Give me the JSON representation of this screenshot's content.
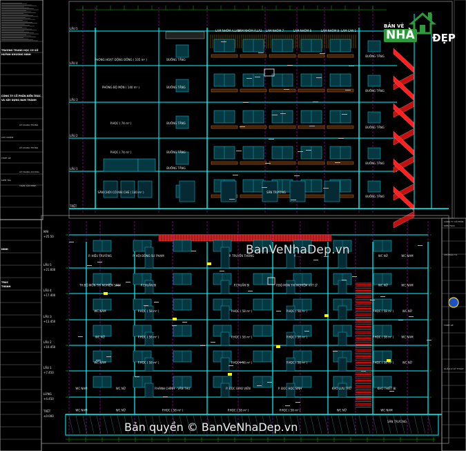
{
  "watermark": "BanVeNhaDep.vn",
  "copyright": "Bản quyền © BanVeNhaDep.vn",
  "logo": {
    "line1": "BẢN VẼ",
    "line2": "NHÀ",
    "line3": "ĐẸP"
  },
  "colors": {
    "grid": "#ff00ff",
    "wall": "#00ffff",
    "green": "#00ff00",
    "yellow": "#ffff00",
    "red": "#ff2020",
    "window": "#10b0c8",
    "text": "#e8e8e8",
    "brand": "#2f9a3b"
  },
  "upper_section": {
    "top_labels": [
      "LAM NHÔM A.LAM",
      "LAM NHÔM À.LÁ3",
      "LAM NHÔM 7",
      "LAM NHÔM 8",
      "LAM NHÔM 8",
      "LAM CAN 1"
    ],
    "rooms": [
      {
        "label": "PHÒNG HOẠT ĐỘNG ĐỒNG ( 105 m² )",
        "row": 0
      },
      {
        "label": "BUỒNG TẦNG",
        "row": 0,
        "col": 1
      },
      {
        "label": "PHÒNG BỘ MÔN ( 140 m² )",
        "row": 1
      },
      {
        "label": "BUỒNG TẦNG",
        "row": 1,
        "col": 1
      },
      {
        "label": "P.HỌC ( 74 m² )",
        "row": 2
      },
      {
        "label": "BUỒNG TẦNG",
        "row": 2,
        "col": 1
      },
      {
        "label": "P.HỌC ( 74 m² )",
        "row": 3
      },
      {
        "label": "BUỒNG TẦNG",
        "row": 3,
        "col": 1
      },
      {
        "label": "BUỒNG TẦNG",
        "row": 4,
        "col": 1
      },
      {
        "label": "SÂN CHƠI CÓ MÁI CHE ( 140 m² )",
        "row": 5
      },
      {
        "label": "SÂN TRƯỜNG",
        "row": 5,
        "col": 2
      }
    ],
    "right_rooms": [
      "BUỒNG TẦNG",
      "BUỒNG TẦNG",
      "BUỒNG TẦNG",
      "BUỒNG TẦNG",
      "BUỒNG TẦNG"
    ],
    "levels": [
      "LẦU 5",
      "LẦU 4",
      "LẦU 3",
      "LẦU 2",
      "LẦU 1",
      "TRỆT"
    ]
  },
  "lower_section": {
    "levels": [
      "MÁI",
      "LẦU 5",
      "LẦU 4",
      "LẦU 3",
      "LẦU 2",
      "LẦU 1",
      "LỬNG",
      "TRỆT"
    ],
    "level_values": [
      "+25.50",
      "+21.600",
      "+17.400",
      "+13.450",
      "+10.450",
      "+7.450",
      "+4.450",
      "±0.000"
    ],
    "rooms": [
      [
        "P. HIỆU TRƯỞNG",
        "P. HỘI ĐỒNG SƯ PHẠM",
        "P. TRUYỀN THỐNG",
        "P. ...",
        "WC NỮ",
        "WC NAM"
      ],
      [
        "TH.BỘ MÔN THÍ NGHIỆM SINH",
        "P.CHUẨN BỊ",
        "P.CHUẨN BỊ",
        "P.BỘ MÔN THÍ NGHIỆM VẬT LÝ",
        "WC NỮ",
        "WC NAM"
      ],
      [
        "WC NAM",
        "P.HỌC ( 58 m² )",
        "P.HỌC ( 58 m² )",
        "P.HỌC ( 58 m² )",
        "P.HỌC ( 58 m² )",
        "WC NỮ"
      ],
      [
        "WC NỮ",
        "P.HỌC ( 58 m² )",
        "P.HỌC ( 58 m² )",
        "P.HỌC ( 58 m² )",
        "P.HỌC ( 58 m² )",
        "WC NAM"
      ],
      [
        "WC NAM",
        "P.HỌC ( 58 m² )",
        "P.HỌC ( 58 m² )",
        "P.HỌC ( 58 m² )",
        "P.HỌC ( 58 m² )",
        "WC NỮ"
      ],
      [
        "WC NAM",
        "WC NỮ",
        "P.HÀNH CHÍNH - VĂN THƯ",
        "P. ĐỌC GIÁO VIÊN",
        "P. ĐỌC HỌC SINH",
        "KHO LƯU TRỮ",
        "KHO THIẾT BỊ"
      ],
      [
        "WC NAM",
        "WC NỮ",
        "P.HỌC ( 58 m² )",
        "P.HỌC ( 58 m² )",
        "P.HỌC ( 58 m² )",
        "WC NỮ",
        "WC NAM"
      ],
      [
        "SÂN TRƯỜNG"
      ]
    ]
  },
  "left_titleblock": {
    "lines": [
      "TRƯỜNG TRUNG HỌC CƠ SỞ",
      "HUỲNH KHƯƠNG NINH",
      "CÔNG TY CỔ PHẦN KIẾN TRÚC",
      "VÀ XÂY DỰNG NAM THÀNH",
      "CHỦ NHIỆM",
      "THIẾT KẾ",
      "KIỂM TRA"
    ],
    "names": [
      "LÊ QUANG TRUNG",
      "LÊ QUANG TRUNG",
      "LÊ HOÀNG DƯƠNG",
      "TRẦN VĂN MINH"
    ]
  },
  "right_titleblock": {
    "lines": [
      "CÔNG TY CỔ PHẦN",
      "KIẾN TRÚC",
      "THIẾT KẾ",
      "QUẢN LÝ KỸ THUẬT",
      "CHỦ ĐẦU TƯ"
    ]
  }
}
